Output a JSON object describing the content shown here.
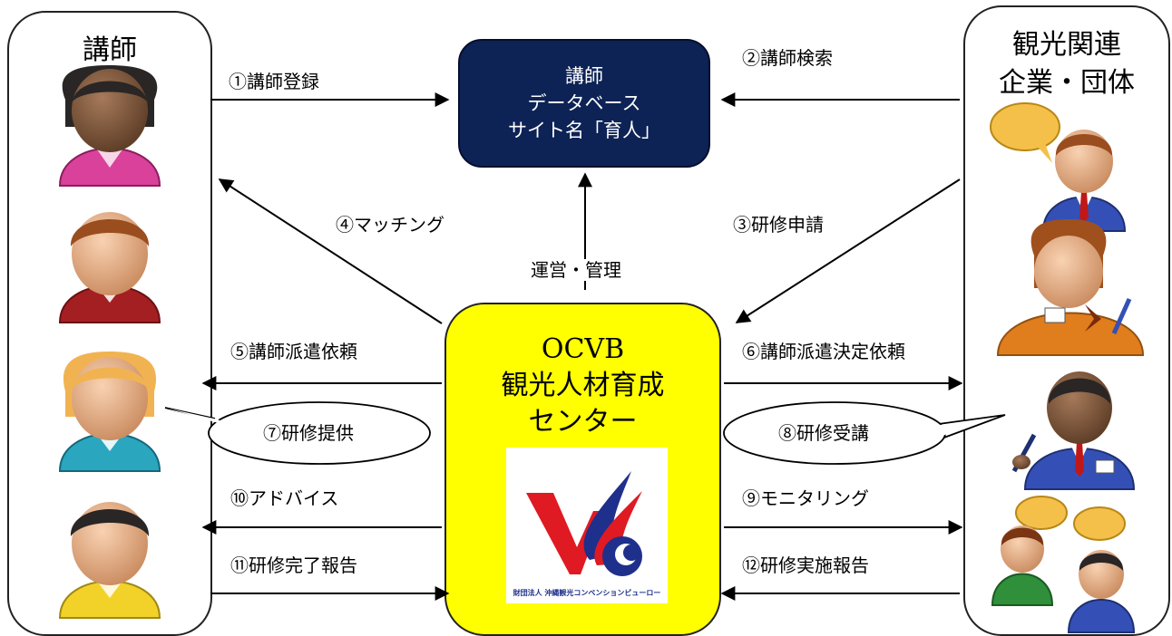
{
  "left_panel": {
    "title": "講師"
  },
  "right_panel": {
    "title_line1": "観光関連",
    "title_line2": "企業・団体"
  },
  "database": {
    "line1": "講師",
    "line2": "データベース",
    "line3": "サイト名「育人」"
  },
  "center": {
    "line1": "OCVB",
    "line2": "観光人材育成",
    "line3": "センター",
    "logo_text": "財団法人 沖縄観光コンベンションビューロー"
  },
  "labels": {
    "step1": "①講師登録",
    "step2": "②講師検索",
    "step3": "③研修申請",
    "step4": "④マッチング",
    "manage": "運営・管理",
    "step5": "⑤講師派遣依頼",
    "step6": "⑥講師派遣決定依頼",
    "step7": "⑦研修提供",
    "step8": "⑧研修受講",
    "step9": "⑨モニタリング",
    "step10": "⑩アドバイス",
    "step11": "⑪研修完了報告",
    "step12": "⑫研修実施報告"
  },
  "colors": {
    "database_bg": "#0d2255",
    "center_bg": "#ffff00",
    "instructor_1_shirt": "#d9419a",
    "instructor_2_shirt": "#a41f22",
    "instructor_3_shirt": "#2aa6bf",
    "instructor_4_shirt": "#f2d228",
    "logo_red": "#e01a22",
    "logo_blue": "#1f2f8c"
  },
  "icons": {
    "instructors": [
      "female-instructor-icon",
      "male-instructor-icon",
      "blonde-instructor-icon",
      "dark-instructor-icon"
    ],
    "company": [
      "speech-businessman-icon",
      "businesswoman-pen-icon",
      "businessman-pen-icon",
      "two-people-talking-icon"
    ]
  }
}
